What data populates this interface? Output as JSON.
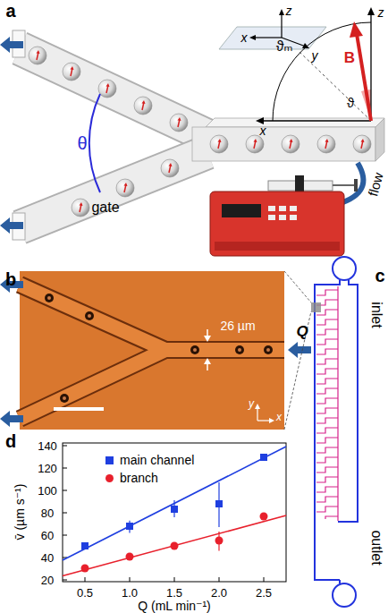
{
  "diagram": {
    "labels": [
      "a",
      "z",
      "x",
      "y",
      "ϑₘ",
      "z",
      "ϑ",
      "B",
      "x",
      "θ",
      "gate",
      "flow",
      "b",
      "26 µm",
      "Q",
      "x",
      "y",
      "c",
      "inlet",
      "outlet",
      "d",
      "20",
      "40",
      "60",
      "80",
      "100",
      "120",
      "140",
      "0.5",
      "1.0",
      "1.5",
      "2.0",
      "2.5",
      "v̄ (µm s⁻¹)",
      "Q (mL min⁻¹)"
    ],
    "legend": [
      {
        "text": "main channel"
      },
      {
        "text": "branch"
      }
    ]
  }
}
